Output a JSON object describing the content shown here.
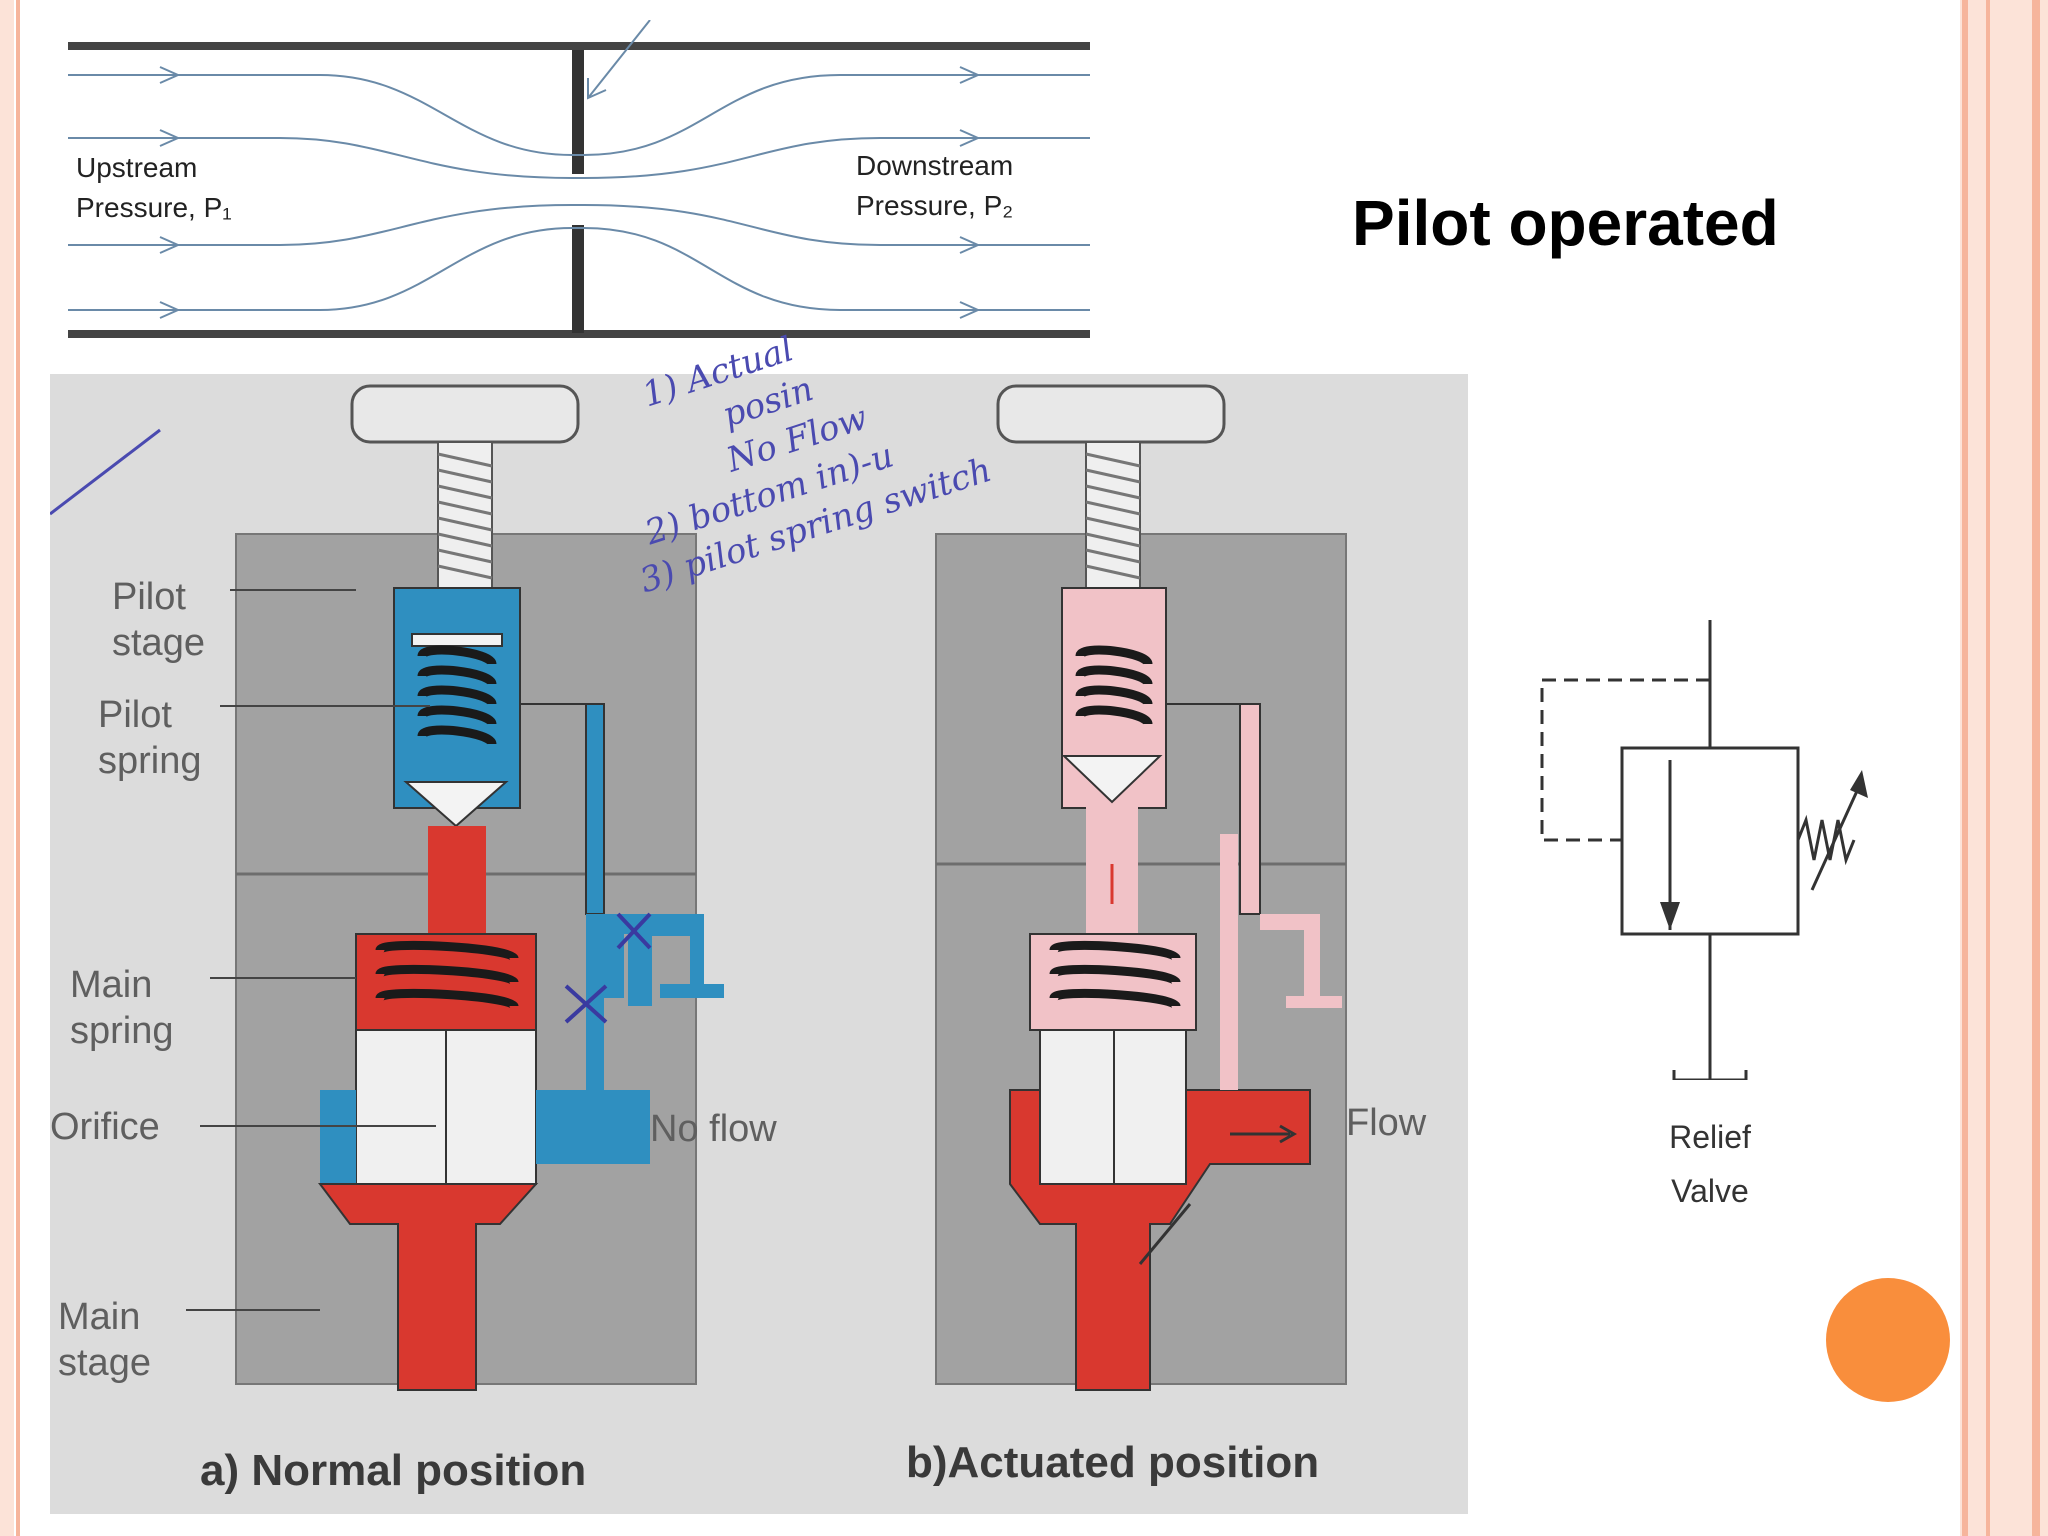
{
  "slide": {
    "title": "Pilot operated",
    "accent_color": "#f98e3c",
    "border_color": "#f6b59c"
  },
  "venturi": {
    "upstream": [
      "Upstream",
      "Pressure, P₁"
    ],
    "downstream": [
      "Downstream",
      "Pressure, P₂"
    ]
  },
  "valve_figure": {
    "labels": {
      "pilot_stage": [
        "Pilot",
        "stage"
      ],
      "pilot_spring": [
        "Pilot",
        "spring"
      ],
      "main_spring": [
        "Main",
        "spring"
      ],
      "orifice": "Orifice",
      "main_stage": [
        "Main",
        "stage"
      ],
      "no_flow": "No flow",
      "flow": "Flow"
    },
    "captions": {
      "normal": "a) Normal position",
      "actuated": "b)Actuated position"
    },
    "handwritten": [
      "1) Actual",
      "posin",
      "No Flow",
      "2) bottom in)-u",
      "3) pilot spring switch"
    ],
    "colors": {
      "fluid_high": "#d9382f",
      "fluid_low": "#2f8fc0",
      "fluid_actuated_low": "#f1c2c7",
      "body": "#a2a2a2",
      "pen": "#4a4ab0"
    }
  },
  "symbol": {
    "label": [
      "Relief",
      "Valve"
    ]
  }
}
